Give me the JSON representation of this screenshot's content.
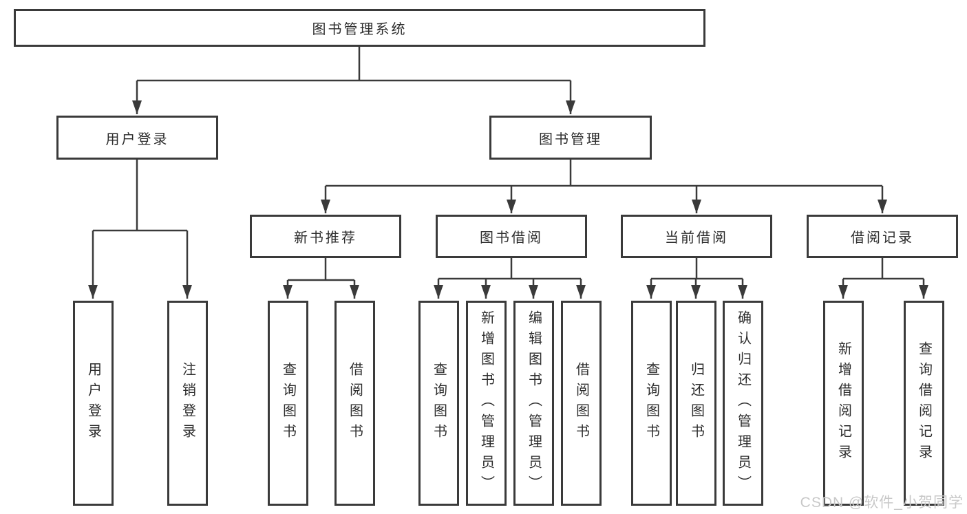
{
  "tree": {
    "root": {
      "label": "图书管理系统"
    },
    "branches": [
      {
        "label": "用户登录",
        "children": [
          {
            "label": "用户登录"
          },
          {
            "label": "注销登录"
          }
        ]
      },
      {
        "label": "图书管理",
        "groups": [
          {
            "label": "新书推荐",
            "children": [
              {
                "label": "查询图书"
              },
              {
                "label": "借阅图书"
              }
            ]
          },
          {
            "label": "图书借阅",
            "children": [
              {
                "label": "查询图书"
              },
              {
                "label": "新增图书（管理员）"
              },
              {
                "label": "编辑图书（管理员）"
              },
              {
                "label": "借阅图书"
              }
            ]
          },
          {
            "label": "当前借阅",
            "children": [
              {
                "label": "查询图书"
              },
              {
                "label": "归还图书"
              },
              {
                "label": "确认归还（管理员）"
              }
            ]
          },
          {
            "label": "借阅记录",
            "children": [
              {
                "label": "新增借阅记录"
              },
              {
                "label": "查询借阅记录"
              }
            ]
          }
        ]
      }
    ]
  },
  "watermark": {
    "text": "CSDN @软件_小贺同学",
    "color": "#c8c8c8"
  },
  "colors": {
    "line": "#3a3a3a",
    "box_border": "#3a3a3a",
    "box_background": "#ffffff",
    "text": "#2d2d2d",
    "page_background": "#ffffff"
  }
}
